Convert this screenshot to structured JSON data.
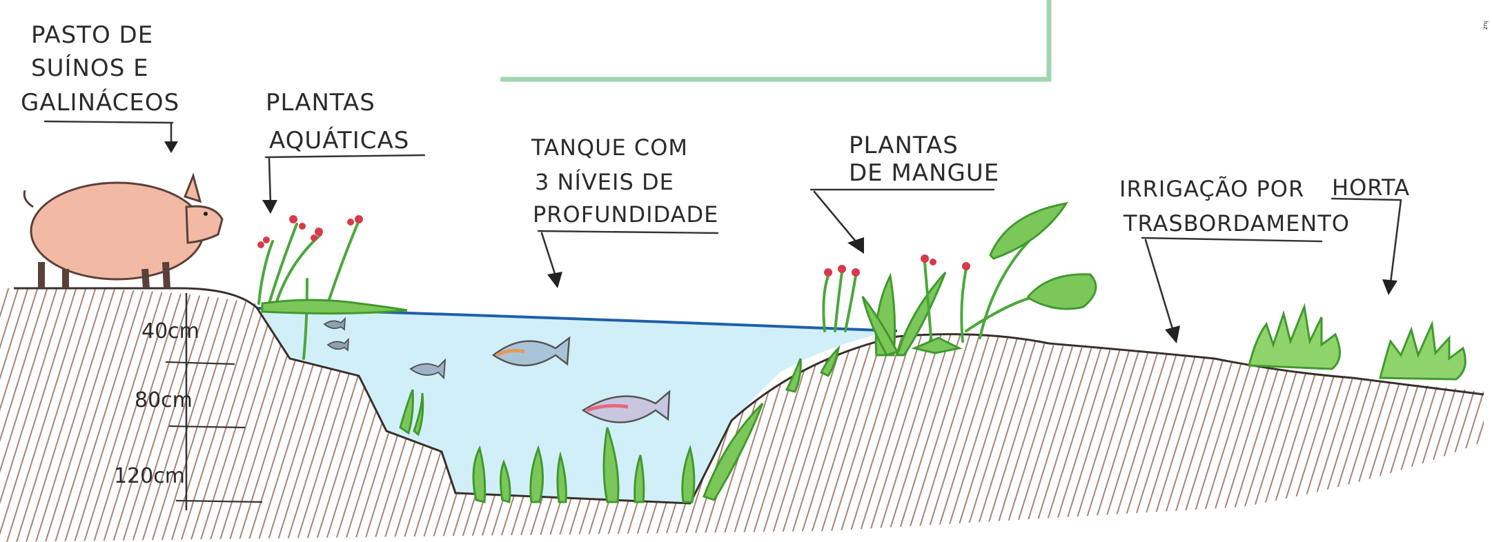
{
  "labels": {
    "pasture": [
      "PASTO DE",
      "SUÍNOS E",
      "GALINÁCEOS"
    ],
    "aquatic_plants": [
      "PLANTAS",
      "AQUÁTICAS"
    ],
    "tank": [
      "TANQUE COM",
      "3 NÍVEIS DE",
      "PROFUNDIDADE"
    ],
    "mangrove_plants": [
      "PLANTAS",
      "DE MANGUE"
    ],
    "irrigation": [
      "IRRIGAÇÃO POR",
      "TRASBORDAMENTO"
    ],
    "garden": "HORTA",
    "corner_mark": "luz"
  },
  "depths": [
    "40cm",
    "80cm",
    "120cm"
  ],
  "colors": {
    "water": "#c9ecf7",
    "water_line": "#1f5fa8",
    "soil": "#b07a62",
    "frame": "#9fd6b0",
    "pig": "#f2b9a4",
    "plant": "#4aa83a",
    "flower": "#d83a4a"
  }
}
